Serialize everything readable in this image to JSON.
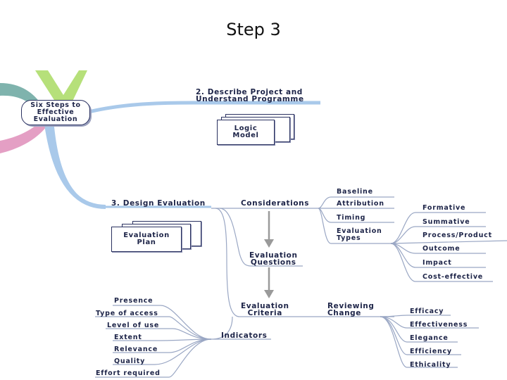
{
  "slide": {
    "title": "Step 3"
  },
  "hub": {
    "line1": "Six Steps to",
    "line2": "Effective",
    "line3": "Evaluation"
  },
  "step2": {
    "title_line1": "2. Describe Project and",
    "title_line2": "Understand Programme",
    "doc_line1": "Logic",
    "doc_line2": "Model"
  },
  "step3": {
    "title": "3. Design Evaluation",
    "doc_line1": "Evaluation",
    "doc_line2": "Plan",
    "considerations": "Considerations",
    "consideration_items": [
      "Baseline",
      "Attribution",
      "Timing"
    ],
    "evaluation_types_line1": "Evaluation",
    "evaluation_types_line2": "Types",
    "types": [
      "Formative",
      "Summative",
      "Process/Product",
      "Outcome",
      "Impact",
      "Cost-effective"
    ],
    "questions_line1": "Evaluation",
    "questions_line2": "Questions",
    "criteria_line1": "Evaluation",
    "criteria_line2": "Criteria",
    "reviewing_line1": "Reviewing",
    "reviewing_line2": "Change",
    "change_items": [
      "Efficacy",
      "Effectiveness",
      "Elegance",
      "Efficiency",
      "Ethicality"
    ],
    "indicators": "Indicators",
    "indicator_items": [
      "Presence",
      "Type of access",
      "Level of use",
      "Extent",
      "Relevance",
      "Quality",
      "Effort required"
    ]
  },
  "colors": {
    "branch_blue": "#a9c9ea",
    "branch_teal": "#7fb3ad",
    "branch_green": "#b6e07a",
    "branch_pink": "#e49fc4",
    "line": "#9aa7c4",
    "arrow": "#9a9a9a",
    "text": "#1d2448"
  }
}
